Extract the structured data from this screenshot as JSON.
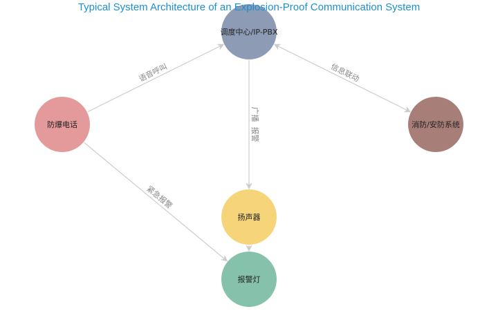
{
  "title": "Typical System Architecture of an Explosion-Proof Communication System",
  "colors": {
    "title": "#1a8fd1",
    "edge": "#cccccc",
    "edge_label": "#888888"
  },
  "nodes": [
    {
      "id": "pbx",
      "label": "调度中心/IP-PBX",
      "color": "#8e9bb5"
    },
    {
      "id": "phone",
      "label": "防爆电话",
      "color": "#e4999b"
    },
    {
      "id": "fire",
      "label": "消防/安防系统",
      "color": "#a87e79"
    },
    {
      "id": "speaker",
      "label": "扬声器",
      "color": "#f5d47a"
    },
    {
      "id": "lamp",
      "label": "报警灯",
      "color": "#86c2ab"
    }
  ],
  "edges": [
    {
      "from": "phone",
      "to": "pbx",
      "label": "语音呼叫",
      "bidirectional": false
    },
    {
      "from": "pbx",
      "to": "fire",
      "label": "信息联动",
      "bidirectional": true
    },
    {
      "from": "pbx",
      "to": "speaker",
      "label": "广播  报警",
      "bidirectional": false
    },
    {
      "from": "phone",
      "to": "lamp",
      "label": "紧急报警",
      "bidirectional": false
    },
    {
      "from": "speaker",
      "to": "lamp",
      "label": "",
      "bidirectional": false
    }
  ]
}
